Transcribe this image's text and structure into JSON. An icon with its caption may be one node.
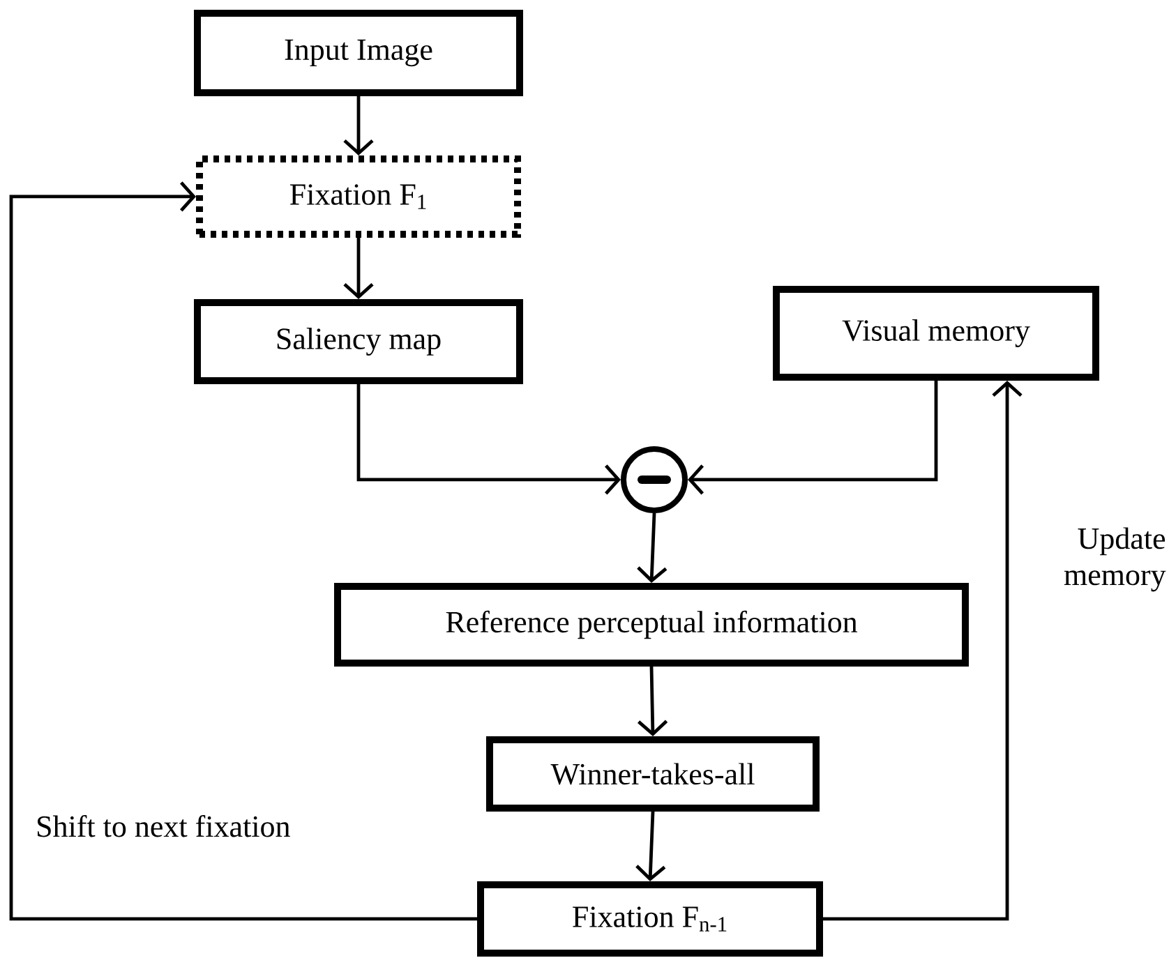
{
  "diagram": {
    "nodes": [
      {
        "text": [
          "Input Image"
        ]
      },
      {
        "text": [
          "Fixation F$_{1}$"
        ]
      },
      {
        "text": [
          "Saliency map"
        ]
      },
      {
        "text": [
          "Visual memory"
        ]
      },
      {
        "text": [],
        "shape": "circle"
      },
      {
        "text": [
          "Reference perceptual information"
        ]
      },
      {
        "text": [
          "Winner-takes-all"
        ]
      },
      {
        "text": [
          "Fixation F$_{n-1}$"
        ]
      }
    ],
    "edges": [
      {
        "from": 0,
        "to": 1,
        "arrow": "to"
      },
      {
        "from": 1,
        "to": 2,
        "arrow": "to"
      },
      {
        "from": 2,
        "to": 4,
        "arrow": "to"
      },
      {
        "from": 3,
        "to": 4,
        "arrow": "to"
      },
      {
        "from": 4,
        "to": 5,
        "arrow": "to"
      },
      {
        "from": 5,
        "to": 6,
        "arrow": "to"
      },
      {
        "from": 6,
        "to": 7,
        "arrow": "to"
      },
      {
        "from": 7,
        "to": 1,
        "arrow": "to",
        "label": "Shift to next fixation"
      },
      {
        "from": 7,
        "to": 3,
        "arrow": "to",
        "label": "Update memory"
      }
    ]
  }
}
